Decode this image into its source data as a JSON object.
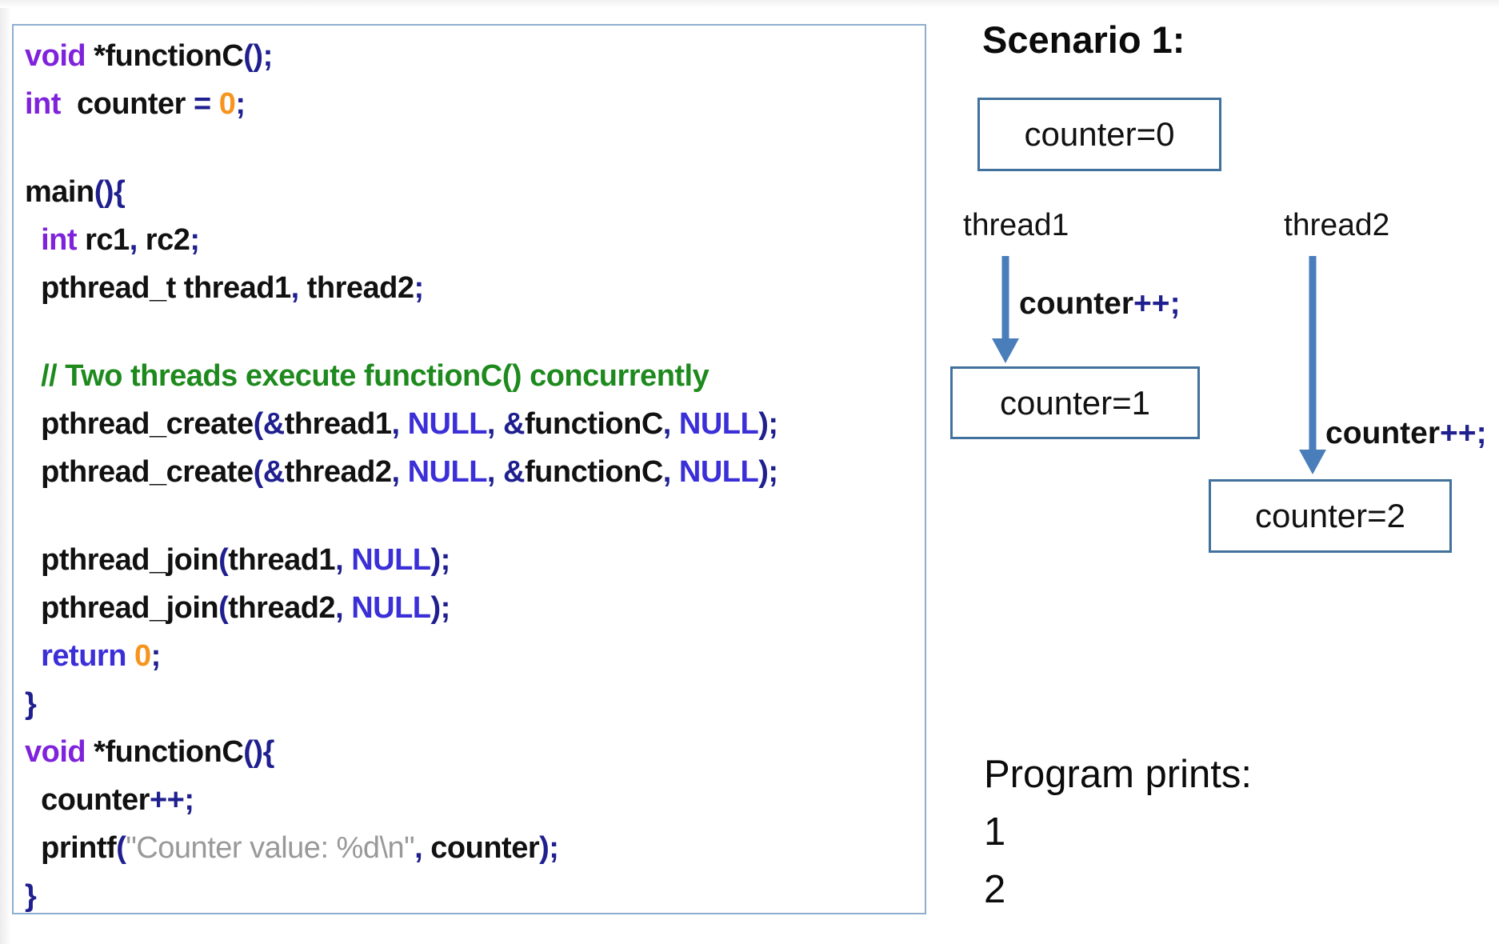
{
  "colors": {
    "keyword_purple": "#7F22DC",
    "punct_navy": "#1F1F8F",
    "null_return_blue": "#3B2FD8",
    "literal_orange": "#F7941E",
    "comment_green": "#1E8A1E",
    "string_gray": "#999999",
    "arrow_blue": "#4A7EBB",
    "state_box_border": "#41719C",
    "code_box_border": "#8FAECF"
  },
  "code": {
    "lines": [
      {
        "tokens": [
          [
            "void",
            "k"
          ],
          [
            " *functionC",
            "d"
          ],
          [
            "();",
            "p"
          ]
        ]
      },
      {
        "tokens": [
          [
            "int",
            "k"
          ],
          [
            "  counter ",
            "d"
          ],
          [
            "=",
            "p"
          ],
          [
            " ",
            "d"
          ],
          [
            "0",
            "o"
          ],
          [
            ";",
            "p"
          ]
        ]
      },
      {
        "blank": true
      },
      {
        "tokens": [
          [
            "main",
            "d"
          ],
          [
            "(){",
            "p"
          ]
        ]
      },
      {
        "tokens": [
          [
            "  ",
            "d"
          ],
          [
            "int",
            "k"
          ],
          [
            " rc1",
            "d"
          ],
          [
            ",",
            "p"
          ],
          [
            " rc2",
            "d"
          ],
          [
            ";",
            "p"
          ]
        ]
      },
      {
        "tokens": [
          [
            "  pthread_t thread1",
            "d"
          ],
          [
            ",",
            "p"
          ],
          [
            " thread2",
            "d"
          ],
          [
            ";",
            "p"
          ]
        ]
      },
      {
        "blank": true
      },
      {
        "tokens": [
          [
            "  // Two threads execute functionC() concurrently",
            "g"
          ]
        ]
      },
      {
        "tokens": [
          [
            "  pthread_create",
            "d"
          ],
          [
            "(&",
            "p"
          ],
          [
            "thread1",
            "d"
          ],
          [
            ",",
            "p"
          ],
          [
            " ",
            "d"
          ],
          [
            "NULL",
            "b"
          ],
          [
            ",",
            "p"
          ],
          [
            " ",
            "d"
          ],
          [
            "&",
            "p"
          ],
          [
            "functionC",
            "d"
          ],
          [
            ",",
            "p"
          ],
          [
            " ",
            "d"
          ],
          [
            "NULL",
            "b"
          ],
          [
            ");",
            "p"
          ]
        ]
      },
      {
        "tokens": [
          [
            "  pthread_create",
            "d"
          ],
          [
            "(&",
            "p"
          ],
          [
            "thread2",
            "d"
          ],
          [
            ",",
            "p"
          ],
          [
            " ",
            "d"
          ],
          [
            "NULL",
            "b"
          ],
          [
            ",",
            "p"
          ],
          [
            " ",
            "d"
          ],
          [
            "&",
            "p"
          ],
          [
            "functionC",
            "d"
          ],
          [
            ",",
            "p"
          ],
          [
            " ",
            "d"
          ],
          [
            "NULL",
            "b"
          ],
          [
            ");",
            "p"
          ]
        ]
      },
      {
        "blank": true
      },
      {
        "tokens": [
          [
            "  pthread_join",
            "d"
          ],
          [
            "(",
            "p"
          ],
          [
            "thread1",
            "d"
          ],
          [
            ",",
            "p"
          ],
          [
            " ",
            "d"
          ],
          [
            "NULL",
            "b"
          ],
          [
            ");",
            "p"
          ]
        ]
      },
      {
        "tokens": [
          [
            "  pthread_join",
            "d"
          ],
          [
            "(",
            "p"
          ],
          [
            "thread2",
            "d"
          ],
          [
            ",",
            "p"
          ],
          [
            " ",
            "d"
          ],
          [
            "NULL",
            "b"
          ],
          [
            ");",
            "p"
          ]
        ]
      },
      {
        "tokens": [
          [
            "  ",
            "d"
          ],
          [
            "return",
            "b"
          ],
          [
            " ",
            "d"
          ],
          [
            "0",
            "o"
          ],
          [
            ";",
            "p"
          ]
        ]
      },
      {
        "tokens": [
          [
            "}",
            "p"
          ]
        ]
      },
      {
        "tokens": [
          [
            "void",
            "k"
          ],
          [
            " *functionC",
            "d"
          ],
          [
            "(){",
            "p"
          ]
        ]
      },
      {
        "tokens": [
          [
            "  counter",
            "d"
          ],
          [
            "++;",
            "p"
          ]
        ]
      },
      {
        "tokens": [
          [
            "  printf",
            "d"
          ],
          [
            "(",
            "p"
          ],
          [
            "\"Counter value: %d\\n\"",
            "s"
          ],
          [
            ",",
            "p"
          ],
          [
            " counter",
            "d"
          ],
          [
            ");",
            "p"
          ]
        ]
      },
      {
        "tokens": [
          [
            "}",
            "p"
          ]
        ]
      }
    ]
  },
  "diagram": {
    "title": "Scenario 1:",
    "counter0_label": "counter=0",
    "counter1_label": "counter=1",
    "counter2_label": "counter=2",
    "thread1_label": "thread1",
    "thread2_label": "thread2",
    "action1_tokens": [
      [
        "counter",
        "d"
      ],
      [
        "++;",
        "p"
      ]
    ],
    "action2_tokens": [
      [
        "counter",
        "d"
      ],
      [
        "++;",
        "p"
      ]
    ]
  },
  "output": {
    "heading": "Program prints:",
    "line1": "1",
    "line2": "2"
  }
}
